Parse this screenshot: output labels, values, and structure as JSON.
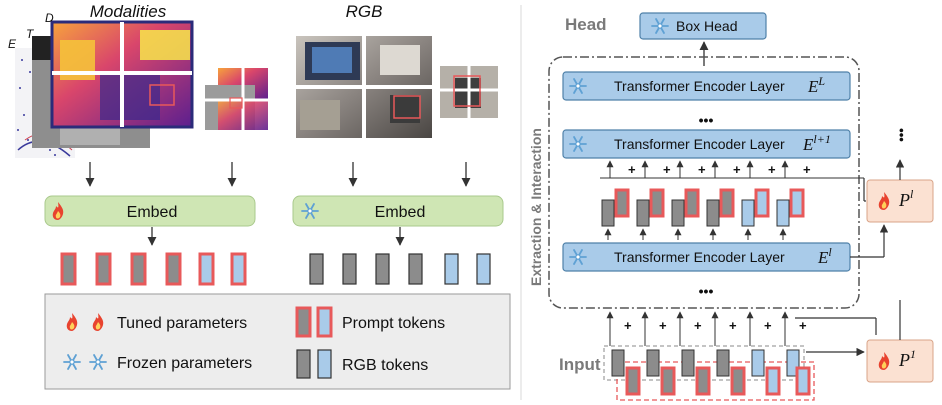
{
  "left": {
    "modalities_title": "Modalities",
    "rgb_title": "RGB",
    "modality_letters": [
      "E",
      "T",
      "D"
    ],
    "embed_left_label": "Embed",
    "embed_right_label": "Embed",
    "legend": {
      "tuned": "Tuned parameters",
      "frozen": "Frozen parameters",
      "prompt": "Prompt tokens",
      "rgb": "RGB tokens"
    }
  },
  "right": {
    "head_label": "Head",
    "box_head": "Box Head",
    "side_label": "Extraction & Interaction",
    "input_label": "Input",
    "layer_label": "Transformer Encoder Layer",
    "layers": [
      {
        "symbol": "E",
        "sup": "L"
      },
      {
        "symbol": "E",
        "sup": "l+1"
      },
      {
        "symbol": "E",
        "sup": "l"
      }
    ],
    "prompt_l": {
      "symbol": "P",
      "sup": "l"
    },
    "prompt_1": {
      "symbol": "P",
      "sup": "1"
    },
    "ellipsis": "•••",
    "plus": "+"
  },
  "colors": {
    "prompt_token": "#e8595a",
    "rgb_token": "#a9cbe9",
    "gray_token": "#8c8c8c",
    "embed_fill": "#cfe6b4",
    "layer_fill": "#a9cbe9",
    "prompt_block": "#fbe1d2",
    "legend_bg": "#ededed"
  }
}
